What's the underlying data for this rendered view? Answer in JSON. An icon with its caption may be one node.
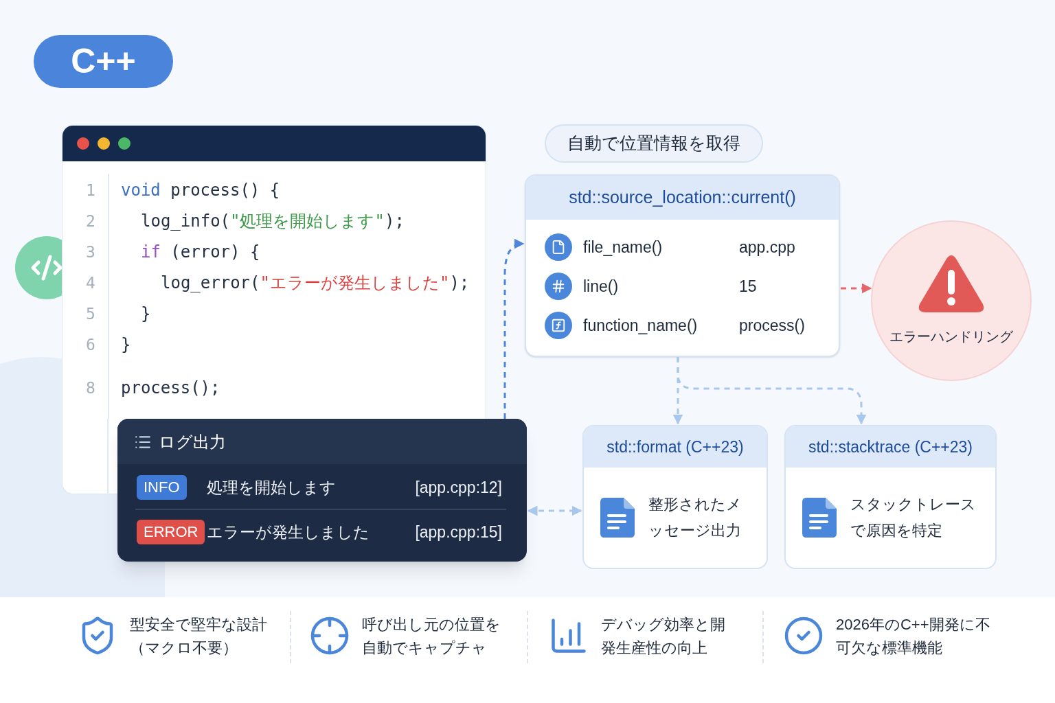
{
  "diagram": {
    "nodes": [
      {
        "text": [
          "C++"
        ]
      },
      {
        "text": [
          "void process() {",
          "log_info(\"処理を開始します\");",
          "if (error) {",
          "log_error(\"エラーが発生しました\");",
          "}",
          "}",
          "process();"
        ]
      },
      {
        "text": [
          "ログ出力",
          "INFO",
          "処理を開始します",
          "[app.cpp:12]",
          "ERROR",
          "エラーが発生しました",
          "[app.cpp:15]"
        ]
      },
      {
        "text": [
          "自動で位置情報を取得"
        ]
      },
      {
        "text": [
          "std::source_location::current()",
          "file_name()",
          "app.cpp",
          "line()",
          "15",
          "function_name()",
          "process()"
        ]
      },
      {
        "text": [
          "エラーハンドリング"
        ]
      },
      {
        "text": [
          "std::format (C++23)",
          "整形されたメッセージ出力"
        ]
      },
      {
        "text": [
          "std::stacktrace (C++23)",
          "スタックトレースで原因を特定"
        ]
      }
    ],
    "edges": [
      {
        "from": 2,
        "to": 4,
        "arrow": "to",
        "style": "dashed",
        "color": "#4f86db"
      },
      {
        "from": 4,
        "to": 5,
        "arrow": "to",
        "style": "dashed",
        "color": "#e8666a"
      },
      {
        "from": 4,
        "to": 6,
        "arrow": "to",
        "style": "dashed"
      },
      {
        "from": 4,
        "to": 7,
        "arrow": "to",
        "style": "dashed"
      },
      {
        "from": 2,
        "to": 6,
        "arrow": "both",
        "style": "dashed"
      }
    ],
    "labels": [
      "1",
      "2",
      "3",
      "4",
      "5",
      "6",
      "8",
      "型安全で堅牢な設計（マクロ不要）",
      "呼び出し元の位置を自動でキャプチャ",
      "デバッグ効率と開発生産性の向上",
      "2026年のC++開発に不可欠な標準機能"
    ]
  }
}
